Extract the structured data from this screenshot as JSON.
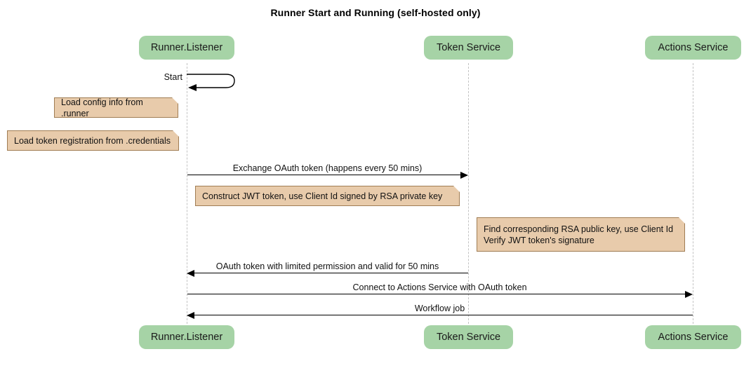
{
  "title": "Runner Start and Running (self-hosted only)",
  "colors": {
    "participant_fill": "#a6d3a6",
    "note_fill": "#e8cbab",
    "note_border": "#a07d54",
    "lifeline": "#c3c3c3",
    "line": "#000000",
    "background": "#ffffff"
  },
  "participants": [
    {
      "id": "runner",
      "label": "Runner.Listener"
    },
    {
      "id": "token",
      "label": "Token Service"
    },
    {
      "id": "actions",
      "label": "Actions Service"
    }
  ],
  "participants_bottom": [
    {
      "id": "runner",
      "label": "Runner.Listener"
    },
    {
      "id": "token",
      "label": "Token Service"
    },
    {
      "id": "actions",
      "label": "Actions Service"
    }
  ],
  "messages": [
    {
      "id": "start",
      "label": "Start",
      "kind": "self",
      "from": "runner",
      "to": "runner"
    },
    {
      "id": "exchange-oauth-token",
      "label": "Exchange OAuth token (happens every 50 mins)",
      "kind": "sync",
      "direction": "right",
      "from": "runner",
      "to": "token"
    },
    {
      "id": "oauth-token-reply",
      "label": "OAuth token with limited permission and valid for 50 mins",
      "kind": "sync",
      "direction": "left",
      "from": "token",
      "to": "runner"
    },
    {
      "id": "connect-actions-service",
      "label": "Connect to Actions Service with OAuth token",
      "kind": "sync",
      "direction": "right",
      "from": "runner",
      "to": "actions"
    },
    {
      "id": "workflow-job",
      "label": "Workflow job",
      "kind": "sync",
      "direction": "left",
      "from": "actions",
      "to": "runner"
    }
  ],
  "notes": [
    {
      "id": "load-config",
      "text": "Load config info from .runner",
      "attached_to": "runner"
    },
    {
      "id": "load-token-registration",
      "text": "Load token registration from .credentials",
      "attached_to": "runner"
    },
    {
      "id": "construct-jwt",
      "text": "Construct JWT token, use Client Id signed by RSA private key",
      "attached_to": "runner"
    },
    {
      "id": "verify-jwt",
      "text": "Find corresponding RSA public key, use Client Id\nVerify JWT token's signature",
      "attached_to": "token"
    }
  ]
}
